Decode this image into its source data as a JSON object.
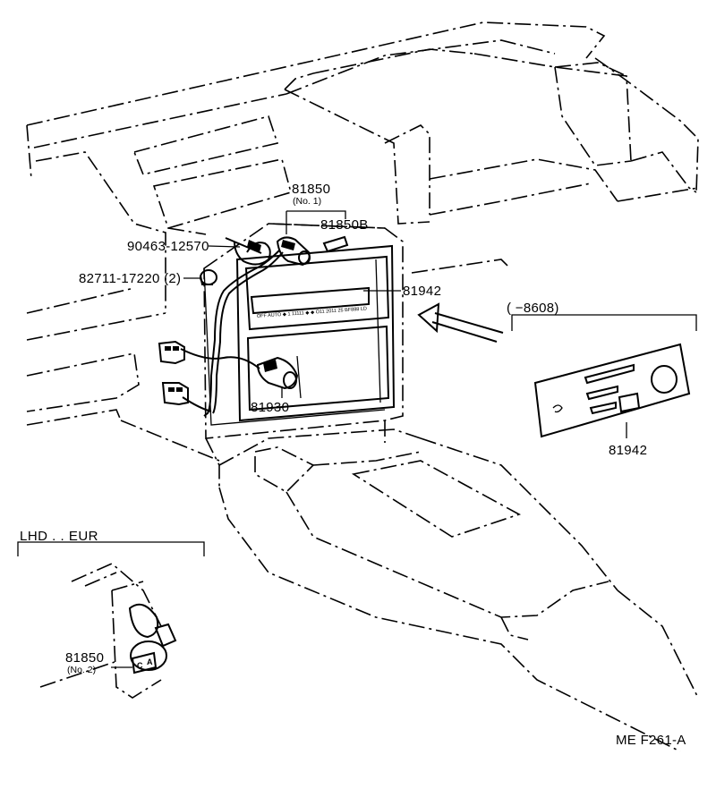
{
  "labels": {
    "part_81850_no1": "81850",
    "part_81850_no1_sub": "(No. 1)",
    "part_81850B": "81850B",
    "part_90463": "90463-12570",
    "part_82711": "82711-17220 (2)",
    "part_81942_main": "81942",
    "part_81930": "81930",
    "variant_range": "(   −8608)",
    "part_81942_inset": "81942",
    "lhd_caption": "LHD . . EUR",
    "part_81850_no2": "81850",
    "part_81850_no2_sub": "(No. 2)",
    "figure_code": "ME  F261-A"
  }
}
